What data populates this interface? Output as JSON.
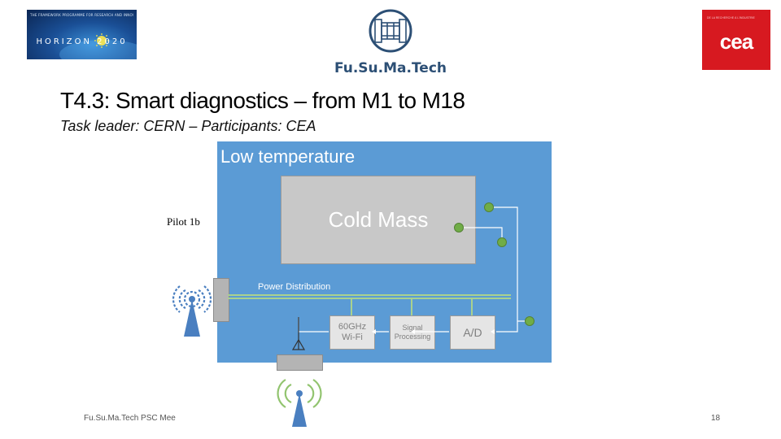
{
  "header": {
    "horizon_tagline": "THE FRAMEWORK PROGRAMME FOR RESEARCH AND INNOVATION",
    "horizon_word": "HORIZON 2020",
    "project_name": "Fu.Su.Ma.Tech",
    "cea_tag": "DE LA RECHERCHE À L'INDUSTRIE",
    "cea_word": "cea"
  },
  "slide": {
    "title": "T4.3: Smart diagnostics – from M1 to M18",
    "subtitle": "Task leader: CERN – Participants: CEA",
    "pilot_label": "Pilot 1b"
  },
  "diagram": {
    "region_label": "Low temperature",
    "cold_mass": "Cold Mass",
    "power_distribution": "Power Distribution",
    "wifi_line1": "60GHz",
    "wifi_line2": "Wi-Fi",
    "signal_line1": "Signal",
    "signal_line2": "Processing",
    "ad": "A/D",
    "colors": {
      "background": "#5b9bd5",
      "sensor": "#70ad47",
      "antenna": "#4a7fc0"
    }
  },
  "footer": {
    "left": "Fu.Su.Ma.Tech PSC Mee",
    "page_number": "18"
  }
}
